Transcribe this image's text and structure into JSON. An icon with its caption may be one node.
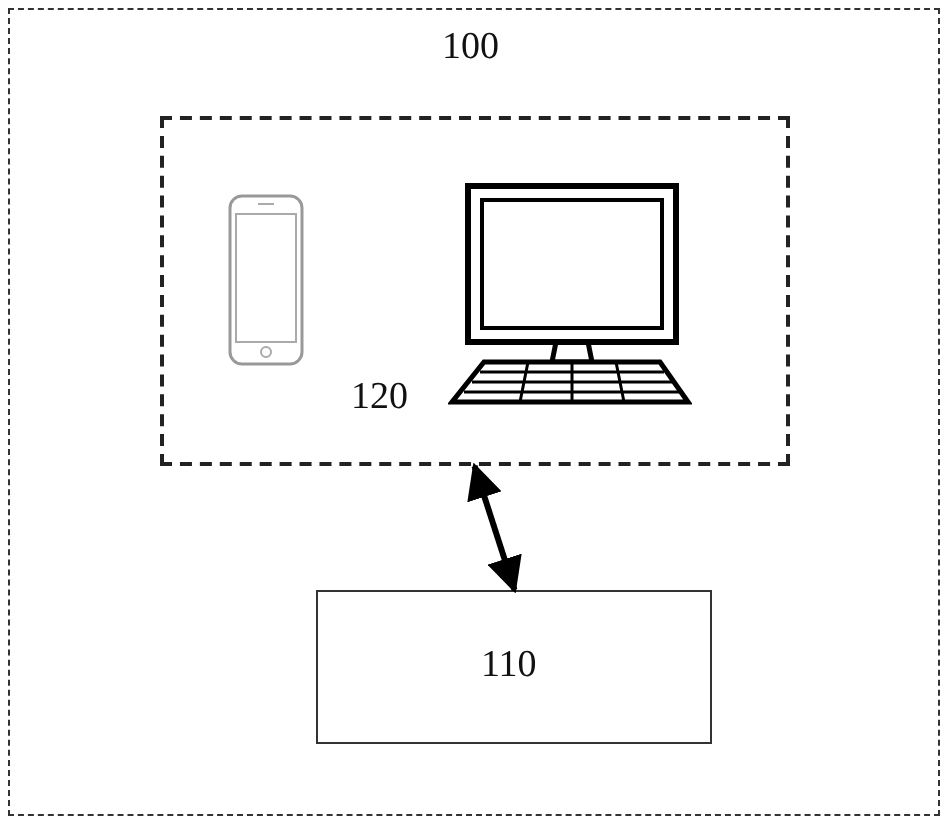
{
  "diagram": {
    "nodes": [
      {
        "text": [
          "100"
        ]
      },
      {
        "text": [
          "120"
        ],
        "in": 0
      },
      {
        "text": [
          "110"
        ],
        "in": 0
      }
    ],
    "edges": [
      {
        "from": 1,
        "to": 2,
        "arrow": "both"
      }
    ]
  }
}
